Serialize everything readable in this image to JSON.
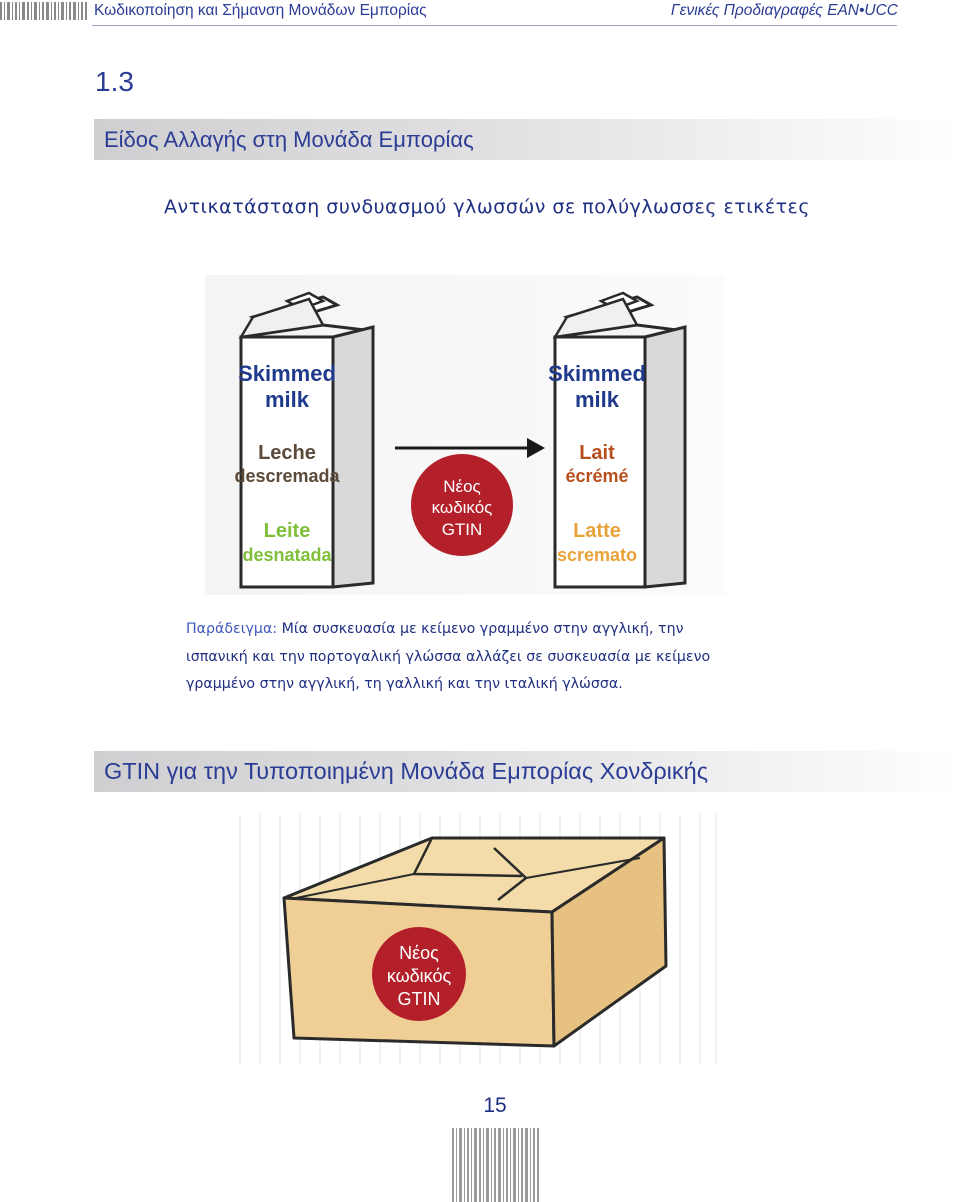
{
  "header": {
    "left_text": "Κωδικοποίηση και Σήμανση Μονάδων Εμπορίας",
    "right_text": "Γενικές Προδιαγραφές EAN•UCC"
  },
  "section": {
    "number": "1.3",
    "title": "Είδος Αλλαγής στη Μονάδα Εμπορίας",
    "subtitle": "Αντικατάσταση συνδυασμού γλωσσών σε πολύγλωσσες ετικέτες"
  },
  "figure_milk": {
    "left_carton": {
      "line1": "Skimmed",
      "line2": "milk",
      "line3": "Leche",
      "line4": "descremada",
      "line5": "Leite",
      "line6": "desnatada"
    },
    "right_carton": {
      "line1": "Skimmed",
      "line2": "milk",
      "line3": "Lait",
      "line4": "écrémé",
      "line5": "Latte",
      "line6": "scremato"
    },
    "badge": {
      "line1": "Νέος",
      "line2": "κωδικός",
      "line3": "GTIN"
    }
  },
  "caption": {
    "lead": "Παράδειγμα:",
    "line1": " Μία συσκευασία με κείμενο γραμμένο στην αγγλική, την",
    "line2": "ισπανική και την πορτογαλική γλώσσα αλλάζει σε συσκευασία με κείμενο",
    "line3": "γραμμένο στην αγγλική, τη γαλλική και την ιταλική γλώσσα."
  },
  "section2": {
    "title": "GTIN για την Τυποποιημένη Μονάδα Εμπορίας Χονδρικής"
  },
  "figure_box": {
    "badge": {
      "line1": "Νέος",
      "line2": "κωδικός",
      "line3": "GTIN"
    }
  },
  "page_number": "15",
  "colors": {
    "text_blue": "#2b3c94",
    "label_blue": "#1f3a8a",
    "leche_brown": "#5b4a3a",
    "green": "#7fbf3a",
    "red_brown": "#b8501e",
    "orange": "#e8a23a",
    "badge_red": "#b3202a",
    "box_tan": "#efcf95"
  }
}
